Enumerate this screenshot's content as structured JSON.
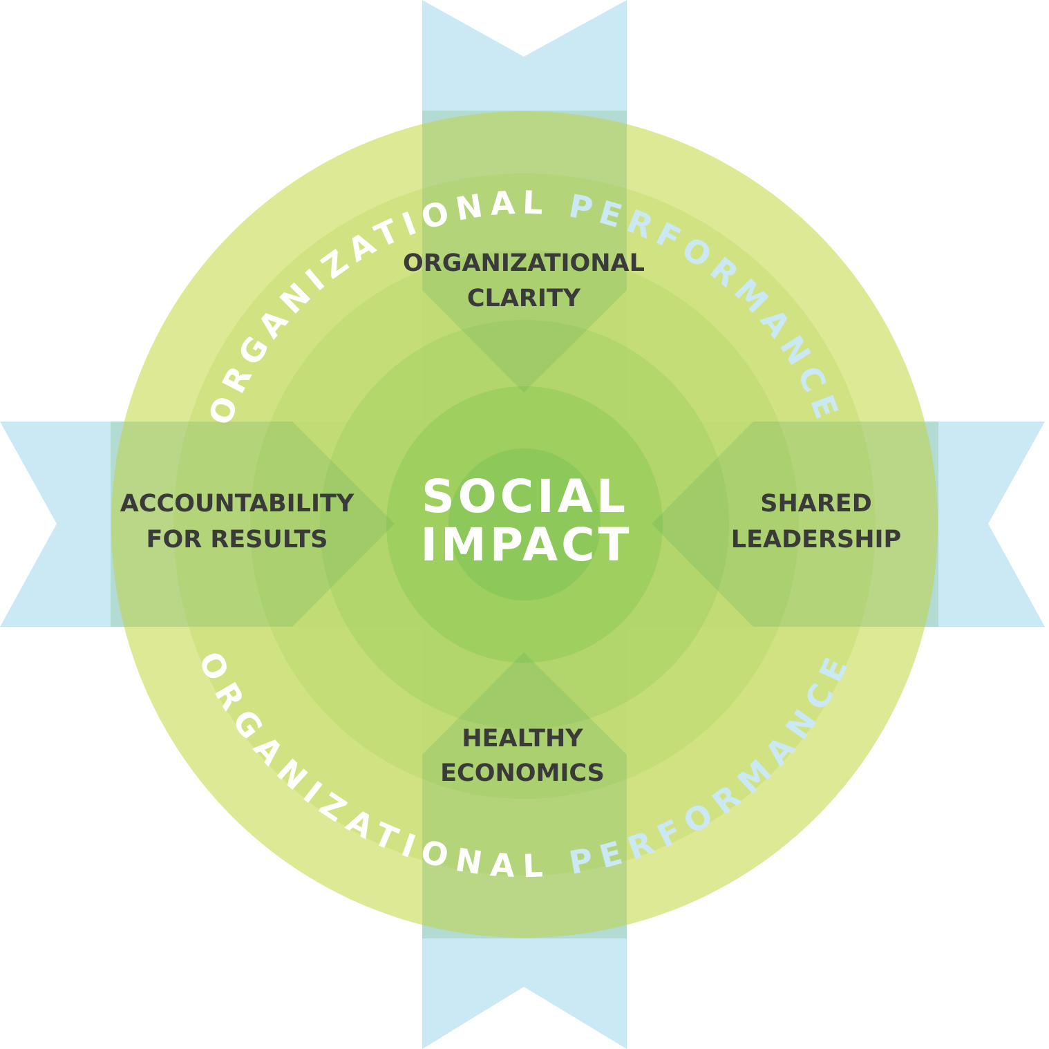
{
  "center": {
    "line1": "SOCIAL",
    "line2": "IMPACT"
  },
  "pillars": {
    "top": {
      "line1": "ORGANIZATIONAL",
      "line2": "CLARITY"
    },
    "left": {
      "line1": "ACCOUNTABILITY",
      "line2": "FOR RESULTS"
    },
    "right": {
      "line1": "SHARED",
      "line2": "LEADERSHIP"
    },
    "bottom": {
      "line1": "HEALTHY",
      "line2": "ECONOMICS"
    }
  },
  "ring_text": {
    "top": {
      "part1": "ORGANIZATIONAL ",
      "part2": "PERFORMANCE"
    },
    "bottom": {
      "part1": "ORGANIZATIONAL ",
      "part2": "PERFORMANCE"
    }
  },
  "colors": {
    "ribbon": "#cbe9f5",
    "ring_outer": "#dfe78f",
    "ring_2": "#cfe17e",
    "ring_3": "#bfdb77",
    "ring_4": "#b0d671",
    "ring_5": "#a0d15f",
    "ring_core": "#8ec95c",
    "arm_overlay": "#5aa860",
    "label_dark": "#3a3a3a",
    "text_white": "#ffffff",
    "text_blue": "#cbe9f5"
  }
}
